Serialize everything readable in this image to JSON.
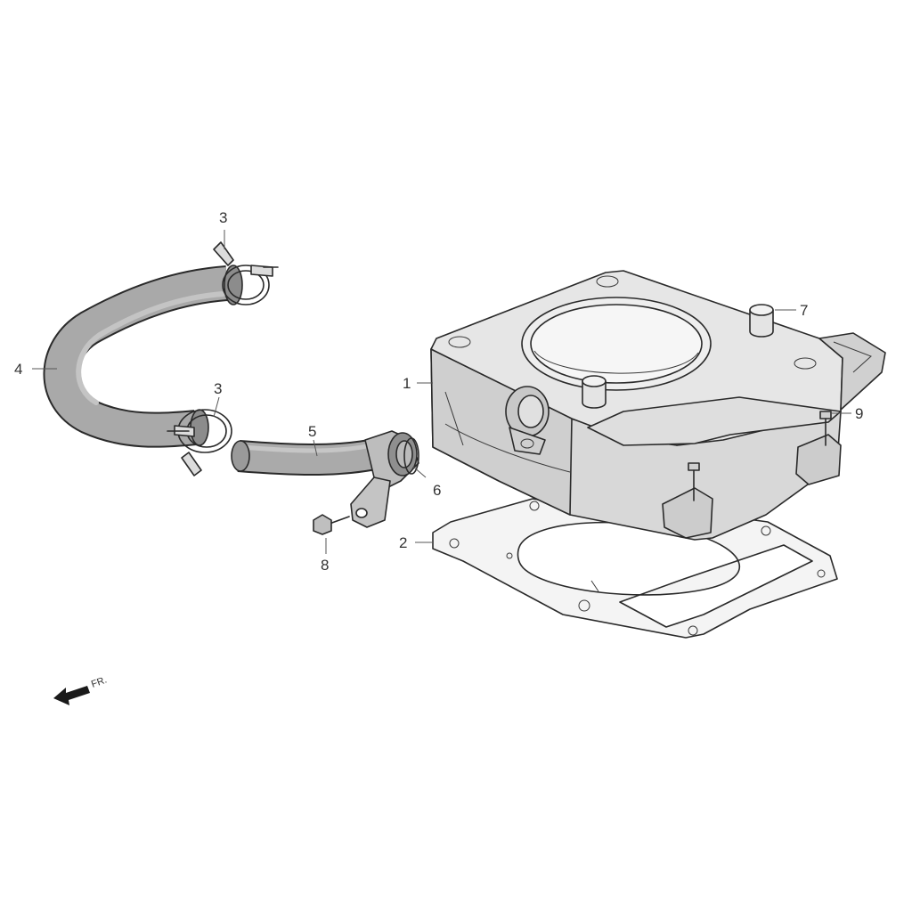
{
  "diagram": {
    "callouts": [
      "1",
      "2",
      "3",
      "3",
      "4",
      "5",
      "6",
      "7",
      "8",
      "9"
    ],
    "direction_label": "FR.",
    "colors": {
      "hose": "#a9a9a9",
      "hose_dark": "#7d7d7d",
      "casting": "#e2e2e2",
      "casting_shade": "#c9c9c9",
      "gasket": "#f4f4f4",
      "line": "#2a2a2a"
    }
  }
}
